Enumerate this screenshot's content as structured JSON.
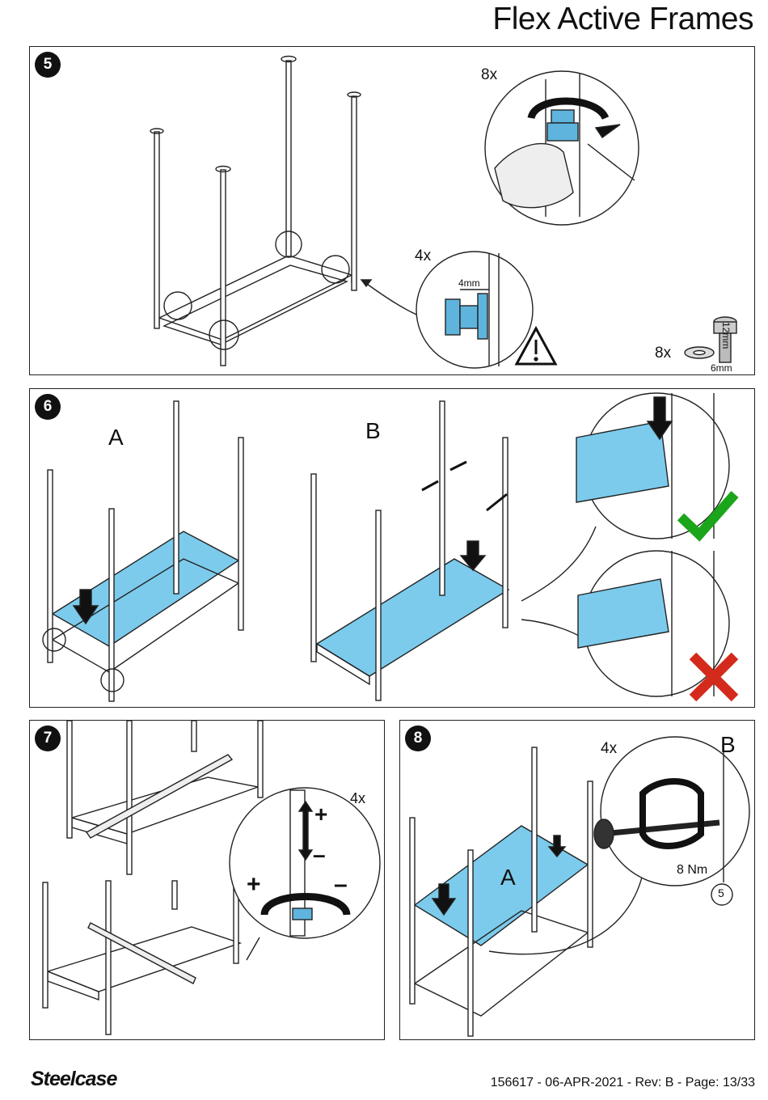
{
  "header": {
    "title": "Flex Active Frames"
  },
  "step5": {
    "number": "5",
    "qty_top": "8x",
    "qty_mid": "4x",
    "dim_4mm": "4mm",
    "qty_screws": "8x",
    "dim_12mm": "12mm",
    "dim_6mm": "6mm"
  },
  "step6": {
    "number": "6",
    "label_a": "A",
    "label_b": "B"
  },
  "step7": {
    "number": "7",
    "qty": "4x",
    "plus": "+",
    "minus": "–"
  },
  "step8": {
    "number": "8",
    "qty": "4x",
    "label_a": "A",
    "label_b": "B",
    "torque": "8 Nm",
    "circle_ref": "5"
  },
  "colors": {
    "panel_blue": "#7ccbec",
    "part_blue": "#5fb4dd",
    "check_green": "#1aa51a",
    "cross_red": "#d42a1c"
  },
  "footer": {
    "brand": "Steelcase",
    "doc_info": "156617 - 06-APR-2021 - Rev: B - Page: 13/33"
  }
}
